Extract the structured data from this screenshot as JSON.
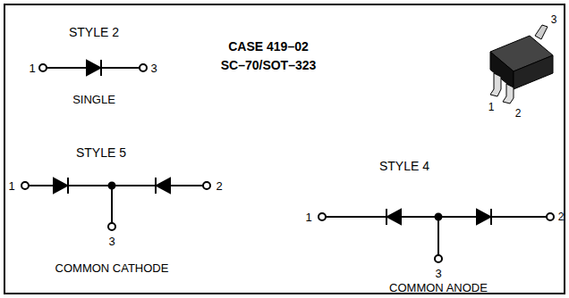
{
  "diagram": {
    "labels": [
      "STYLE 2",
      "1",
      "3",
      "SINGLE",
      "CASE 419–02",
      "SC–70/SOT–323",
      "3",
      "1",
      "2",
      "STYLE 5",
      "1",
      "2",
      "3",
      "COMMON CATHODE",
      "STYLE 4",
      "1",
      "2",
      "3",
      "COMMON ANODE"
    ]
  }
}
